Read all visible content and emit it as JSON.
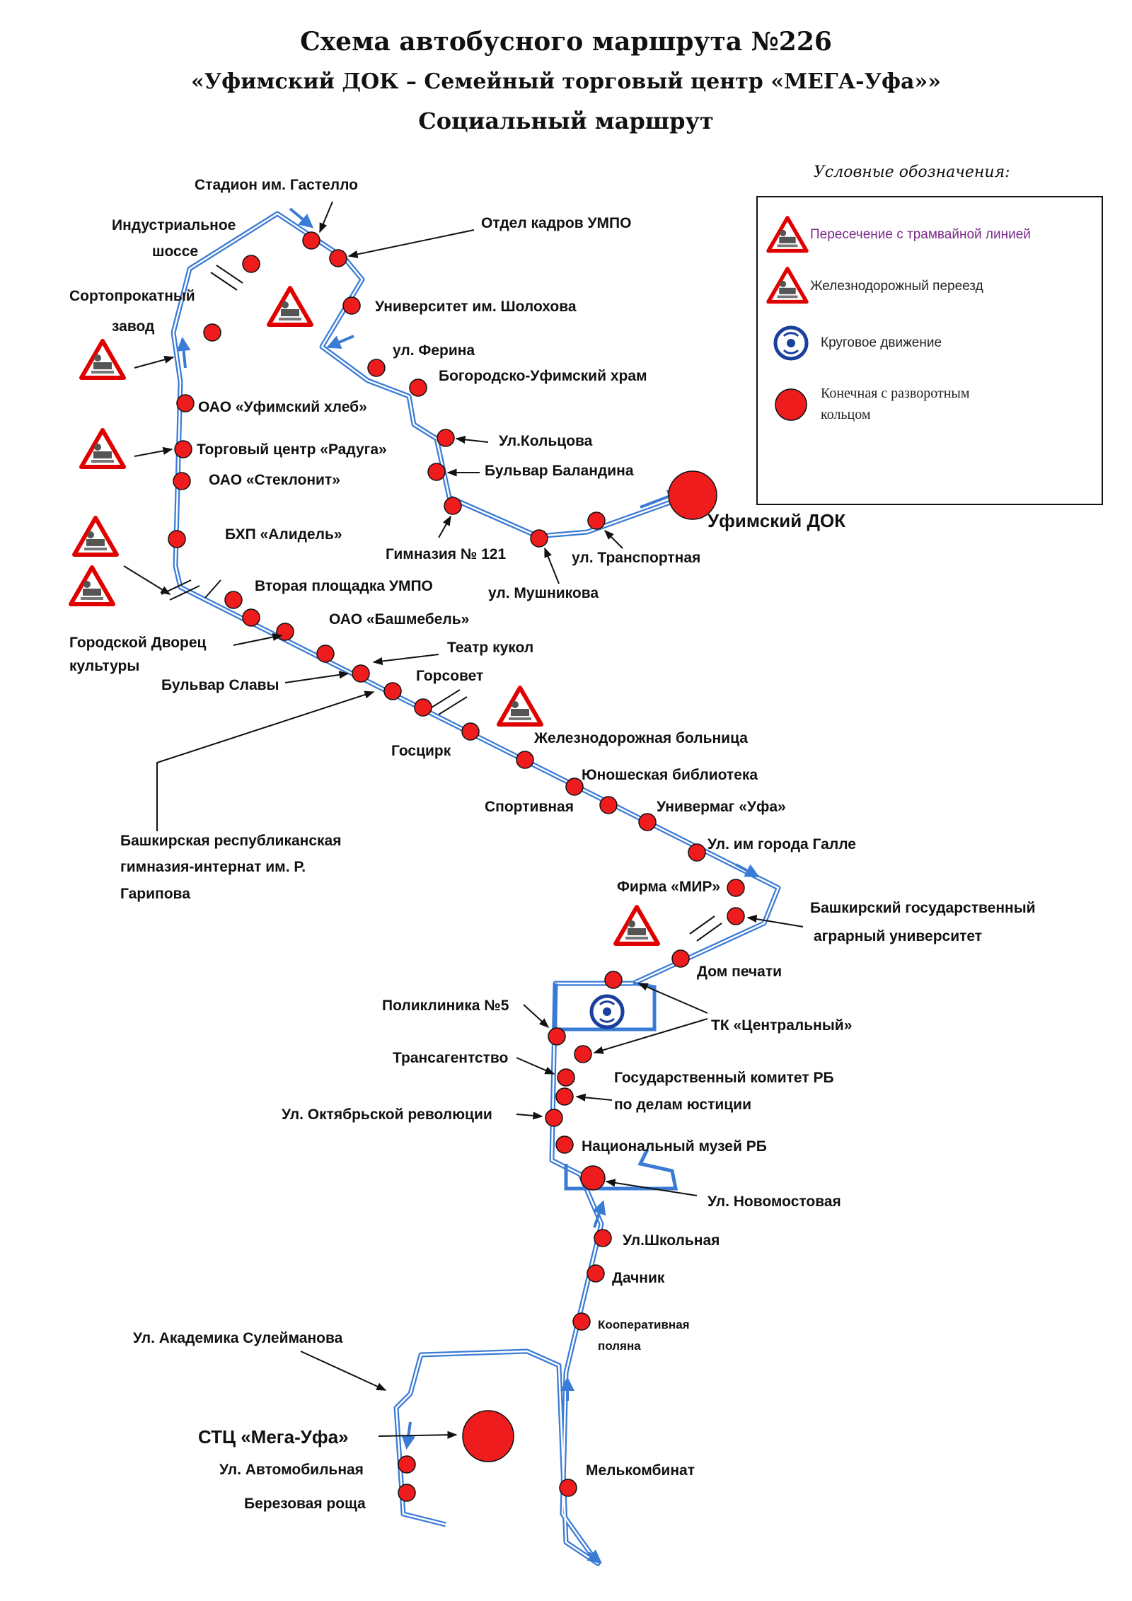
{
  "header": {
    "line1": "Схема автобусного маршрута №226",
    "line2": "«Уфимский ДОК – Семейный торговый центр «МЕГА-Уфа»»",
    "line3": "Социальный маршрут"
  },
  "legend": {
    "title": "Условные обозначения:",
    "tram": "Пересечение с трамвайной линией",
    "rail": "Железнодорожный переезд",
    "roundabout": "Круговое движение",
    "terminal_line1": "Конечная с разворотным",
    "terminal_line2": "кольцом"
  },
  "colors": {
    "route": "#3a7bd5",
    "stop": "#ee1c1c",
    "warning": "#e00000",
    "roundabout": "#1a3f9c"
  },
  "stops": {
    "gastello": "Стадион им. Гастелло",
    "industrial_1": "Индустриальное",
    "industrial_2": "шоссе",
    "kadry": "Отдел кадров УМПО",
    "sortoprokat_1": "Сортопрокатный",
    "sortoprokat_2": "завод",
    "sholokhov": "Университет им. Шолохова",
    "ferin": "ул. Ферина",
    "khram": "Богородско-Уфимский храм",
    "khleb": "ОАО «Уфимский хлеб»",
    "raduga": "Торговый центр «Радуга»",
    "steklonit": "ОАО «Стеклонит»",
    "koltsova": "Ул.Кольцова",
    "balandina": "Бульвар Баландина",
    "ufa_dok": "Уфимский ДОК",
    "alidel": "БХП «Алидель»",
    "gymn121": "Гимназия № 121",
    "transportnaya": "ул. Транспортная",
    "mushnikova": "ул. Мушникова",
    "umpo2": "Вторая площадка УМПО",
    "bashmebel": "ОАО «Башмебель»",
    "dvorets_1": "Городской Дворец",
    "dvorets_2": "культуры",
    "teatr": "Театр кукол",
    "slavy": "Бульвар Славы",
    "gorsovet": "Горсовет",
    "goscirk": "Госцирк",
    "zd_bolnica": "Железнодорожная больница",
    "library": "Юношеская библиотека",
    "sportivnaya": "Спортивная",
    "univermag": "Универмаг «Уфа»",
    "galle": "Ул. им города Галле",
    "gymn_1": "Башкирская республиканская",
    "gymn_2": "гимназия-интернат им. Р.",
    "gymn_3": "Гарипова",
    "mir": "Фирма «МИР»",
    "agrar_1": "Башкирский государственный",
    "agrar_2": "аграрный университет",
    "pechat": "Дом печати",
    "poliklinika": "Поликлиника №5",
    "centralny": "ТК «Центральный»",
    "transagent": "Трансагентство",
    "goskom_1": "Государственный комитет РБ",
    "goskom_2": "по делам юстиции",
    "oktyabr": "Ул. Октябрьской революции",
    "museum": "Национальный музей РБ",
    "novomost": "Ул. Новомостовая",
    "shkolnaya": "Ул.Школьная",
    "dachnik": "Дачник",
    "kooperativ_1": "Кооперативная",
    "kooperativ_2": "поляна",
    "suleymanov": "Ул. Академика Сулейманова",
    "mega": "СТЦ «Мега-Уфа»",
    "avtomobil": "Ул. Автомобильная",
    "roshcha": "Березовая роща",
    "melkombinat": "Мелькомбинат"
  }
}
